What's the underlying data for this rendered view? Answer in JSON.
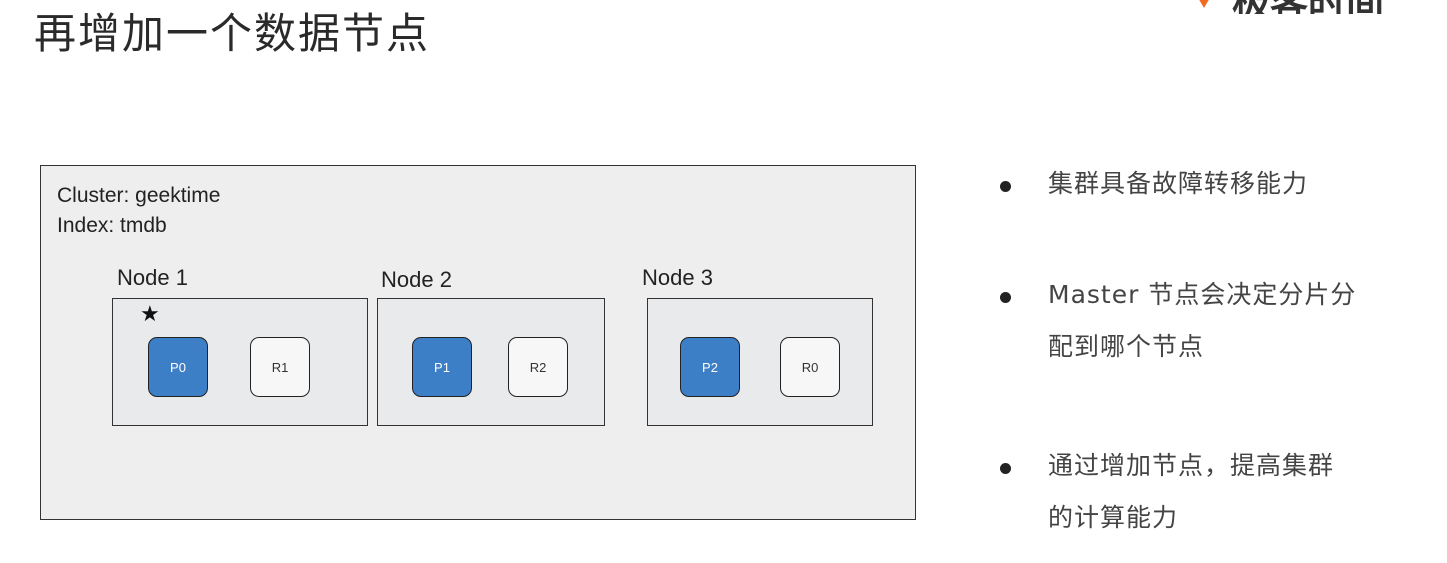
{
  "slide": {
    "title": "再增加一个数据节点"
  },
  "logo": {
    "text": "极客时间"
  },
  "cluster": {
    "cluster_line": "Cluster: geektime",
    "index_line": "Index: tmdb",
    "nodes": [
      {
        "label": "Node 1",
        "is_master": true,
        "master_marker": "★",
        "shards": [
          {
            "label": "P0",
            "kind": "primary"
          },
          {
            "label": "R1",
            "kind": "replica"
          }
        ]
      },
      {
        "label": "Node 2",
        "is_master": false,
        "shards": [
          {
            "label": "P1",
            "kind": "primary"
          },
          {
            "label": "R2",
            "kind": "replica"
          }
        ]
      },
      {
        "label": "Node 3",
        "is_master": false,
        "shards": [
          {
            "label": "P2",
            "kind": "primary"
          },
          {
            "label": "R0",
            "kind": "replica"
          }
        ]
      }
    ]
  },
  "bullets": [
    {
      "lines": [
        "集群具备故障转移能力"
      ]
    },
    {
      "lines": [
        "Master 节点会决定分片分",
        "配到哪个节点"
      ]
    },
    {
      "lines": [
        "通过增加节点，提高集群",
        "的计算能力"
      ]
    }
  ],
  "colors": {
    "primary_shard": "#3d7fc7",
    "replica_shard": "#f7f7f7",
    "cluster_bg": "#eeeeee",
    "node_bg": "#e8eaec",
    "logo_accent": "#f26b21"
  }
}
